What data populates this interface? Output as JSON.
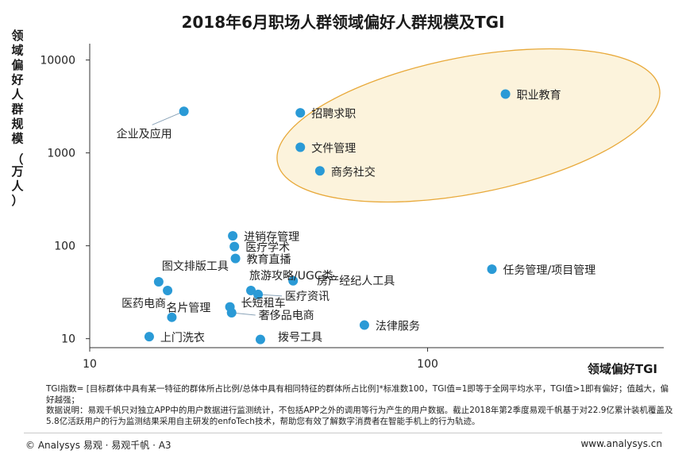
{
  "chart_data": {
    "type": "scatter",
    "title": "2018年6月职场人群领域偏好人群规模及TGI",
    "xlabel": "领域偏好TGI",
    "ylabel": "领域偏好人群规模 （万人）",
    "x_scale": "log",
    "y_scale": "log",
    "xlim": [
      10,
      500
    ],
    "ylim": [
      8,
      15000
    ],
    "x_ticks": [
      "10",
      "100"
    ],
    "y_ticks": [
      "10",
      "100",
      "1000",
      "10000"
    ],
    "x_tick_values": [
      10,
      100
    ],
    "y_tick_values": [
      10,
      100,
      1000,
      10000
    ],
    "grid": false,
    "marker_color": "#2a9ad6",
    "highlight_ellipse_stroke": "#e8a93a",
    "highlight_ellipse_fill": "#fcf3dc",
    "points": [
      {
        "label": "职业教育",
        "x": 170,
        "y": 4300
      },
      {
        "label": "招聘求职",
        "x": 42,
        "y": 2700
      },
      {
        "label": "文件管理",
        "x": 42,
        "y": 1150
      },
      {
        "label": "商务社交",
        "x": 48,
        "y": 640
      },
      {
        "label": "企业及应用",
        "x": 19,
        "y": 2800
      },
      {
        "label": "进销存管理",
        "x": 26.5,
        "y": 128
      },
      {
        "label": "医疗学术",
        "x": 26.8,
        "y": 98
      },
      {
        "label": "教育直播",
        "x": 27,
        "y": 73
      },
      {
        "label": "图文排版工具",
        "x": 16,
        "y": 41
      },
      {
        "label": "旅游攻略/UGC类",
        "x": 30,
        "y": 33
      },
      {
        "label": "房产经纪人工具",
        "x": 40,
        "y": 42
      },
      {
        "label": "医疗资讯",
        "x": 31.5,
        "y": 30
      },
      {
        "label": "任务管理/项目管理",
        "x": 155,
        "y": 56
      },
      {
        "label": "医药电商",
        "x": 17,
        "y": 33
      },
      {
        "label": "名片管理",
        "x": 17.5,
        "y": 17
      },
      {
        "label": "长短租车",
        "x": 26,
        "y": 22
      },
      {
        "label": "奢侈品电商",
        "x": 26.3,
        "y": 19
      },
      {
        "label": "法律服务",
        "x": 65,
        "y": 14
      },
      {
        "label": "上门洗衣",
        "x": 15,
        "y": 10.5
      },
      {
        "label": "拨号工具",
        "x": 32,
        "y": 9.8
      }
    ]
  },
  "notes": {
    "tgi": "TGI指数= [目标群体中具有某一特征的群体所占比例/总体中具有相同特征的群体所占比例]*标准数100，TGI值=1即等于全网平均水平，TGI值>1即有偏好；值越大，偏好越强；",
    "data_desc": "数据说明：易观千帆只对独立APP中的用户数据进行监测统计，不包括APP之外的调用等行为产生的用户数据。截止2018年第2季度易观千帆基于对22.9亿累计装机覆盖及5.8亿活跃用户的行为监测结果采用自主研发的enfoTech技术，帮助您有效了解数字消费者在智能手机上的行为轨迹。"
  },
  "footer": {
    "left": "© Analysys 易观 · 易观千帆 · A3",
    "right": "www.analysys.cn"
  }
}
